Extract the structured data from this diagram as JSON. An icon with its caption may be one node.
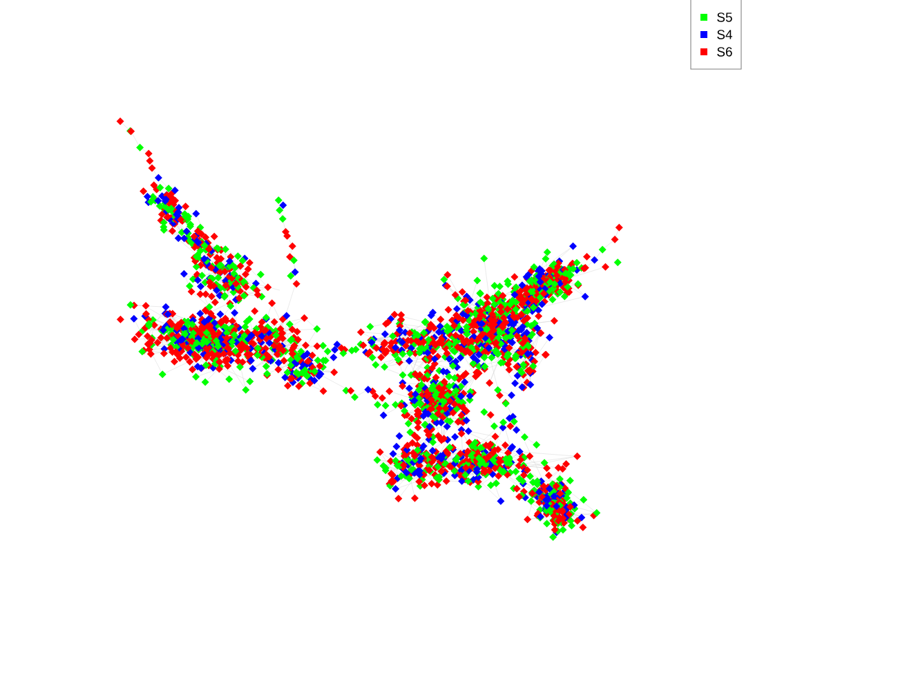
{
  "diagram": {
    "legend": [
      {
        "text": "S5",
        "color": "#00ff00"
      },
      {
        "text": "S4",
        "color": "#0000ff"
      },
      {
        "text": "S6",
        "color": "#ff0000"
      }
    ]
  }
}
